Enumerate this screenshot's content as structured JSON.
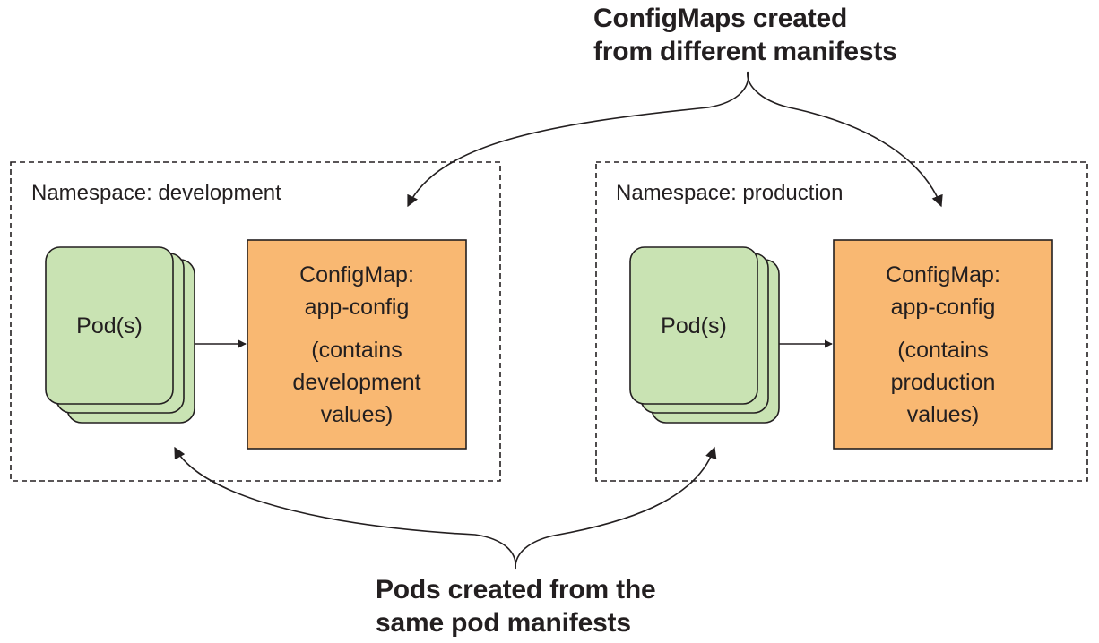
{
  "callouts": {
    "configmaps": {
      "line1": "ConfigMaps created",
      "line2": "from different manifests"
    },
    "pods": {
      "line1": "Pods created from the",
      "line2": "same pod manifests"
    }
  },
  "namespaces": [
    {
      "label": "Namespace: development",
      "pod_label": "Pod(s)",
      "configmap": {
        "line1": "ConfigMap:",
        "line2": "app-config",
        "line3": "(contains",
        "line4": "development",
        "line5": "values)"
      }
    },
    {
      "label": "Namespace: production",
      "pod_label": "Pod(s)",
      "configmap": {
        "line1": "ConfigMap:",
        "line2": "app-config",
        "line3": "(contains",
        "line4": "production",
        "line5": "values)"
      }
    }
  ],
  "colors": {
    "pod_fill": "#c9e3b3",
    "configmap_fill": "#f9b872",
    "stroke": "#231f20"
  }
}
